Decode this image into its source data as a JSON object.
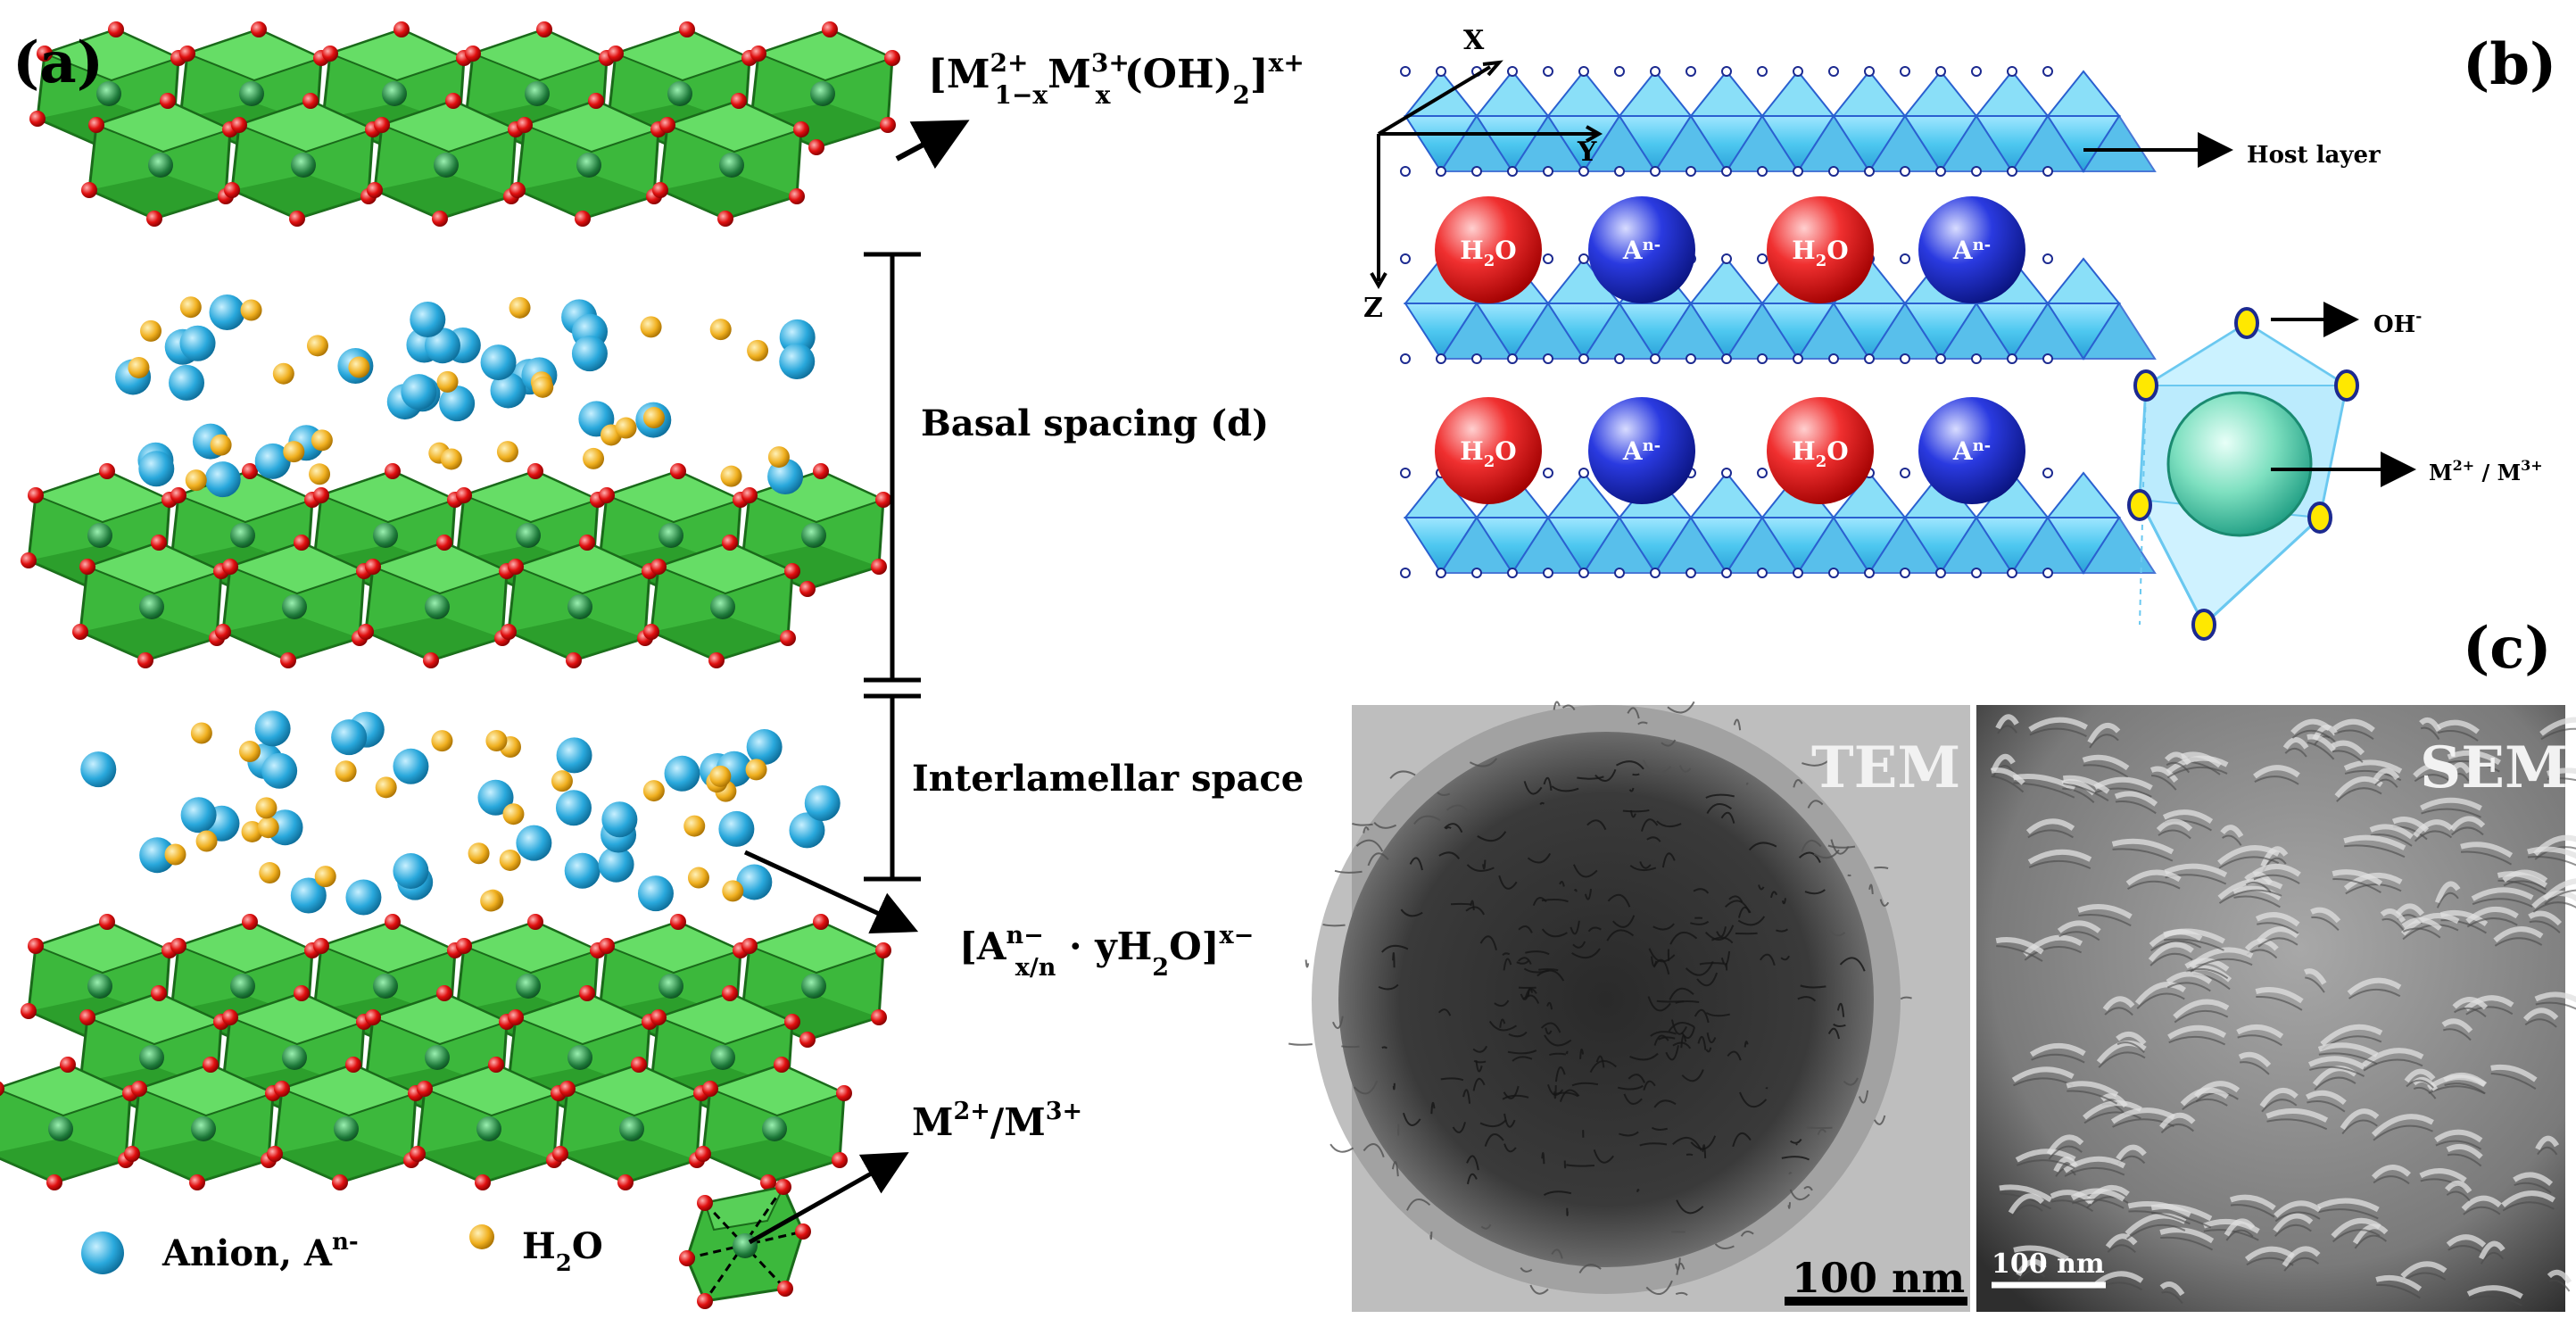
{
  "panels": {
    "a": {
      "label": "(a)",
      "host_formula": {
        "text": "[M",
        "sup1": "2+",
        "sub1": "1−x",
        "text2": "M",
        "sup2": "3+",
        "sub2": "x",
        "text3": " (OH)",
        "sub3": "2",
        "text4": "]",
        "sup3": "x+"
      },
      "basal_spacing": "Basal spacing (d)",
      "interlamellar": "Interlamellar space",
      "interlayer_formula": {
        "text": "[A",
        "sup1": "n−",
        "sub1": "x/n",
        "text2": " · yH",
        "sub2": "2",
        "text3": "O]",
        "sup2": "x−"
      },
      "legend": {
        "anion_label": "Anion, A",
        "anion_sup": "n-",
        "water_label": "H",
        "water_sub": "2",
        "water_tail": "O"
      },
      "cation_label": "M",
      "cation_sup": "2+",
      "cation_mid": "/M",
      "cation_sup2": "3+"
    },
    "b": {
      "label": "(b)",
      "axes": {
        "x": "X",
        "y": "Y",
        "z": "Z"
      },
      "host_layer": "Host layer",
      "oh": "OH",
      "oh_sup": "-",
      "metal": "M",
      "metal_sup": "2+",
      "metal_mid": " / M",
      "metal_sup2": "3+",
      "water_ball": "H",
      "water_ball_sub": "2",
      "water_ball_tail": "O",
      "anion_ball": "A",
      "anion_ball_sup": "n-"
    },
    "c": {
      "label": "(c)",
      "tem_label": "TEM",
      "sem_label": "SEM",
      "tem_scale": "100 nm",
      "sem_scale": "100 nm"
    }
  },
  "colors": {
    "octahedron": "#3cb83c",
    "octahedron_dark": "#1f8a1f",
    "oxygen": "#e01010",
    "anion": "#29a8dc",
    "water": "#f0b020",
    "host_layer": "#5fd0f2",
    "h2o_ball": "#e02020",
    "anion_ball": "#2030d0"
  }
}
